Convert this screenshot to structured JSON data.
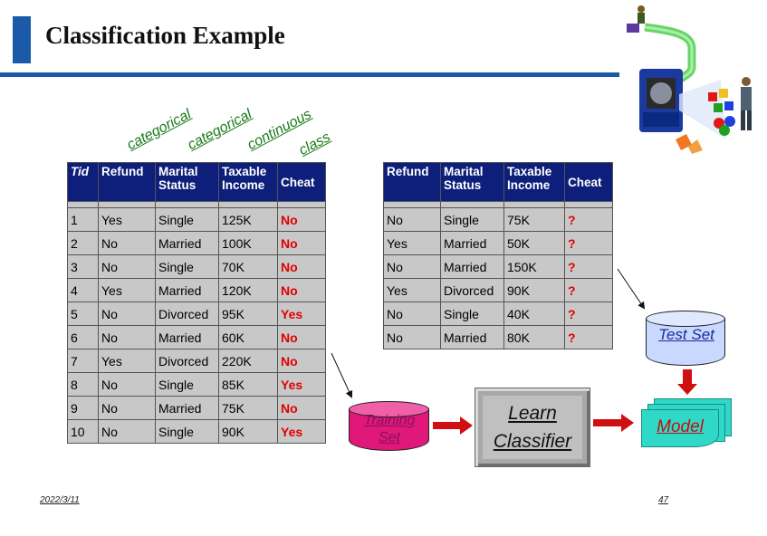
{
  "slide": {
    "title": "Classification Example",
    "date": "2022/3/11",
    "page_number": "47"
  },
  "attribute_labels": [
    "categorical",
    "categorical",
    "continuous",
    "class"
  ],
  "training_table": {
    "headers": [
      "Tid",
      "Refund",
      "Marital Status",
      "Taxable Income",
      "Cheat"
    ],
    "rows": [
      [
        "1",
        "Yes",
        "Single",
        "125K",
        "No"
      ],
      [
        "2",
        "No",
        "Married",
        "100K",
        "No"
      ],
      [
        "3",
        "No",
        "Single",
        "70K",
        "No"
      ],
      [
        "4",
        "Yes",
        "Married",
        "120K",
        "No"
      ],
      [
        "5",
        "No",
        "Divorced",
        "95K",
        "Yes"
      ],
      [
        "6",
        "No",
        "Married",
        "60K",
        "No"
      ],
      [
        "7",
        "Yes",
        "Divorced",
        "220K",
        "No"
      ],
      [
        "8",
        "No",
        "Single",
        "85K",
        "Yes"
      ],
      [
        "9",
        "No",
        "Married",
        "75K",
        "No"
      ],
      [
        "10",
        "No",
        "Single",
        "90K",
        "Yes"
      ]
    ]
  },
  "test_table": {
    "headers": [
      "Refund",
      "Marital Status",
      "Taxable Income",
      "Cheat"
    ],
    "rows": [
      [
        "No",
        "Single",
        "75K",
        "?"
      ],
      [
        "Yes",
        "Married",
        "50K",
        "?"
      ],
      [
        "No",
        "Married",
        "150K",
        "?"
      ],
      [
        "Yes",
        "Divorced",
        "90K",
        "?"
      ],
      [
        "No",
        "Single",
        "40K",
        "?"
      ],
      [
        "No",
        "Married",
        "80K",
        "?"
      ]
    ]
  },
  "diagram": {
    "training_set": "Training Set",
    "test_set": "Test Set",
    "learn_classifier": "Learn Classifier",
    "model": "Model"
  },
  "colors": {
    "header_bg": "#0d1f7a",
    "accent_blue": "#1a5aa8",
    "class_red": "#e00000",
    "training_set_fill": "#e0187a",
    "test_set_fill": "#c8d8ff",
    "model_fill": "#30d8c8",
    "arrow_red": "#d01010"
  },
  "icons": [
    "data-mining-clipart"
  ]
}
